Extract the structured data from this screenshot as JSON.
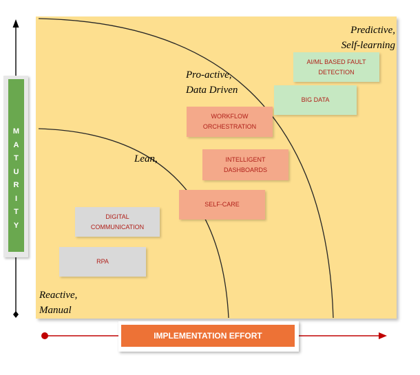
{
  "stages": {
    "reactive": "Reactive,\nManual",
    "lean": "Lean,",
    "proactive": "Pro-active,\nData Driven",
    "predictive": "Predictive,\nSelf-learning"
  },
  "boxes": {
    "rpa": "RPA",
    "digital_communication": "DIGITAL\nCOMMUNICATION",
    "self_care": "SELF-CARE",
    "intelligent_dashboards": "INTELLIGENT\nDASHBOARDS",
    "workflow_orchestration": "WORKFLOW\nORCHESTRATION",
    "big_data": "BIG DATA",
    "aiml_fault_detection": "AI/ML BASED FAULT\nDETECTION"
  },
  "axes": {
    "y_letters": [
      "M",
      "A",
      "T",
      "U",
      "R",
      "I",
      "T",
      "Y"
    ],
    "x_label": "IMPLEMENTATION EFFORT"
  },
  "colors": {
    "panel": "#fddf8f",
    "gray_box": "#d9d9d9",
    "orange_box": "#f4a98a",
    "green_box": "#c6e8c2",
    "maturity_bar": "#6aa84f",
    "effort_bar": "#ed7236",
    "arrow_red": "#c00000",
    "box_text": "#b0201a"
  }
}
